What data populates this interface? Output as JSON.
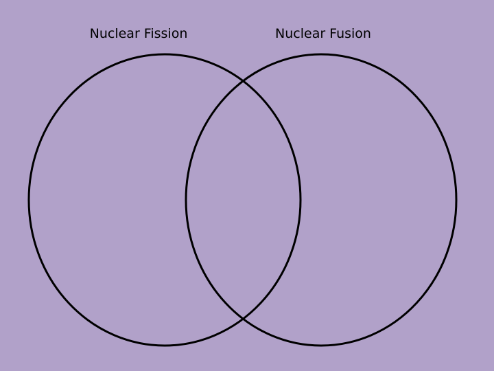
{
  "diagram": {
    "type": "venn",
    "background_color": "#b1a1c9",
    "outline_color": "#000000",
    "sets": [
      {
        "label": "Nuclear Fission"
      },
      {
        "label": "Nuclear Fusion"
      }
    ]
  }
}
